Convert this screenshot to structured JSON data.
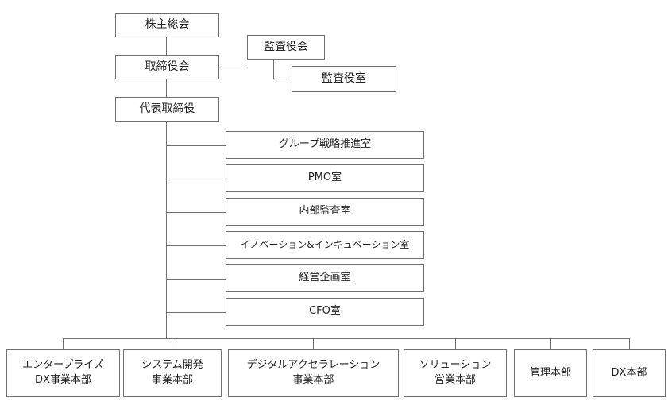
{
  "top_chain": [
    {
      "id": "shareholders",
      "label": "株主総会"
    },
    {
      "id": "board",
      "label": "取締役会"
    },
    {
      "id": "ceo",
      "label": "代表取締役"
    }
  ],
  "audit": {
    "board_label": "監査役会",
    "office_label": "監査役室"
  },
  "staff_offices": [
    {
      "id": "group-strategy",
      "label": "グループ戦略推進室"
    },
    {
      "id": "pmo",
      "label": "PMO室"
    },
    {
      "id": "internal-audit",
      "label": "内部監査室"
    },
    {
      "id": "innovation",
      "label": "イノベーション&インキュベーション室"
    },
    {
      "id": "corporate-planning",
      "label": "経営企画室"
    },
    {
      "id": "cfo",
      "label": "CFO室"
    }
  ],
  "divisions": [
    {
      "id": "enterprise-dx",
      "lines": [
        "エンタープライズ",
        "DX事業本部"
      ]
    },
    {
      "id": "system-dev",
      "lines": [
        "システム開発",
        "事業本部"
      ]
    },
    {
      "id": "digital-accel",
      "lines": [
        "デジタルアクセラレーション",
        "事業本部"
      ]
    },
    {
      "id": "solution-sales",
      "lines": [
        "ソリューション",
        "営業本部"
      ]
    },
    {
      "id": "admin",
      "lines": [
        "管理本部"
      ]
    },
    {
      "id": "dx",
      "lines": [
        "DX本部"
      ]
    }
  ],
  "colors": {
    "line": "#6f6f6f",
    "text": "#222222",
    "box_border": "#6f6f6f"
  }
}
